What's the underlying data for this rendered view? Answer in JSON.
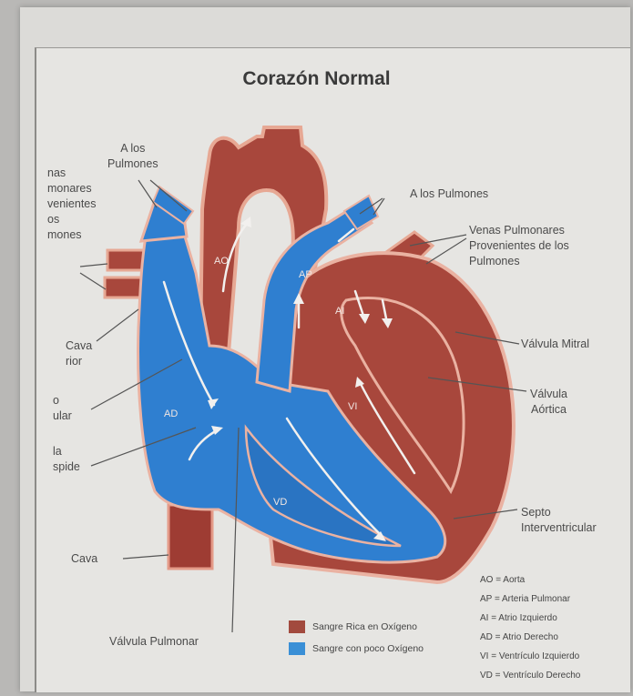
{
  "title": "Corazón Normal",
  "labels": {
    "pulmones_left_1": "A los",
    "pulmones_left_2": "Pulmones",
    "venas_left_1": "nas",
    "venas_left_2": "monares",
    "venas_left_3": "venientes",
    "venas_left_4": "os",
    "venas_left_5": "mones",
    "cava_sup_1": "Cava",
    "cava_sup_2": "rior",
    "valv_tric_1": "o",
    "valv_tric_2": "ular",
    "valv_tric_3": "la",
    "valv_tric_4": "spide",
    "cava_inf": "Cava",
    "a_los_pulmones_right": "A los Pulmones",
    "venas_right_1": "Venas Pulmonares",
    "venas_right_2": "Provenientes de los",
    "venas_right_3": "Pulmones",
    "valvula_mitral": "Válvula Mitral",
    "valvula_aortica_1": "Válvula",
    "valvula_aortica_2": "Aórtica",
    "septo_1": "Septo",
    "septo_2": "Interventricular",
    "valvula_pulmonar": "Válvula Pulmonar"
  },
  "chambers": {
    "ao": "AO",
    "ap": "AP",
    "ai": "AI",
    "ad": "AD",
    "vi": "VI",
    "vd": "VD"
  },
  "legend": {
    "rich": {
      "label": "Sangre Rica en Oxígeno",
      "color": "#a24a3e"
    },
    "poor": {
      "label": "Sangre con poco Oxígeno",
      "color": "#3a8fd6"
    }
  },
  "abbreviations": [
    "AO = Aorta",
    "AP = Arteria Pulmonar",
    "AI = Atrio Izquierdo",
    "AD = Atrio Derecho",
    "VI = Ventrículo Izquierdo",
    "VD = Ventrículo Derecho"
  ],
  "colors": {
    "red": "#a7463b",
    "red_light": "#e6a28f",
    "blue": "#2f7fd0",
    "blue_dark": "#1e5aa8",
    "outline": "#f2c2b2"
  }
}
